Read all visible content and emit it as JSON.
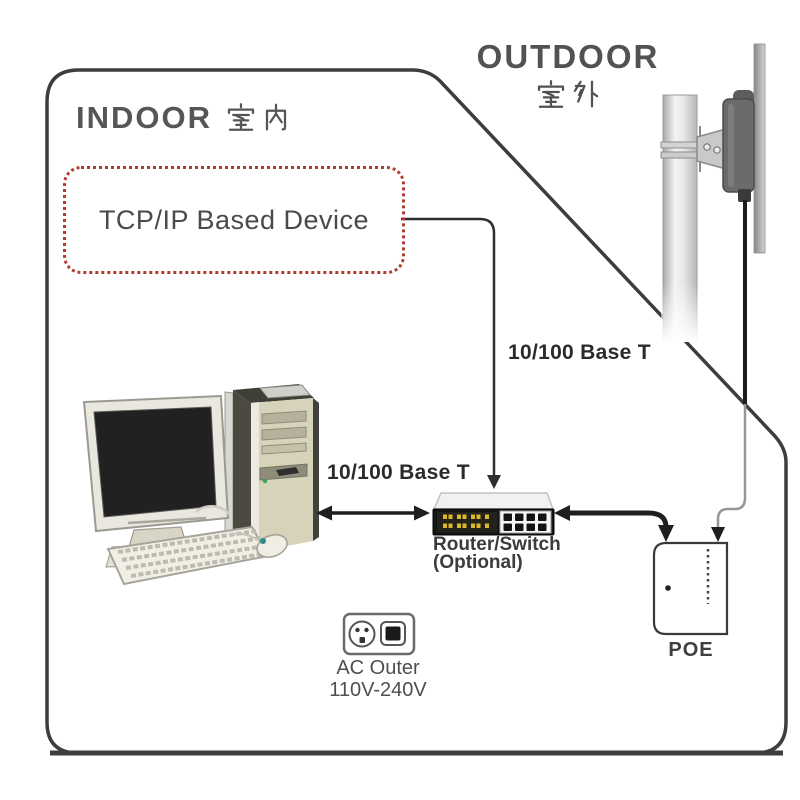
{
  "title": "Indoor/Outdoor wireless CPE installation diagram",
  "zones": {
    "indoor": {
      "label_en": "INDOOR",
      "label_zh": "室内"
    },
    "outdoor": {
      "label_en": "OUTDOOR",
      "label_zh": "室外"
    }
  },
  "nodes": {
    "tcpip_device": {
      "label": "TCP/IP Based Device",
      "border_style": "red-dotted"
    },
    "desktop_computer": {
      "icon": "desktop-computer-icon"
    },
    "router_switch": {
      "label_line1": "Router/Switch",
      "label_line2": "(Optional)",
      "icon": "router-switch-icon"
    },
    "poe_injector": {
      "label": "POE",
      "icon": "poe-injector-icon"
    },
    "power_outlet": {
      "label_line1": "AC Outer",
      "label_line2": "110V-240V",
      "icon": "power-outlet-icon"
    },
    "outdoor_antenna": {
      "icon": "panel-antenna-on-pole-icon"
    }
  },
  "connections": {
    "tcpip_to_router": {
      "label": "10/100 Base T",
      "style": "thin-black-arrow"
    },
    "pc_to_router": {
      "label": "10/100 Base T",
      "style": "thick-double-arrow"
    },
    "router_to_poe": {
      "style": "thick-double-arrow"
    },
    "antenna_to_poe": {
      "style": "black-outdoor-gray-indoor-cable"
    }
  },
  "colors": {
    "accent_red": "#b23b30",
    "line_black": "#1f1f1f",
    "boundary_gray": "#3d3d3d",
    "text_gray": "#565656",
    "led_yellow": "#ddb92a",
    "mouse_teal": "#2d8c8c",
    "pc_beige": "#d7d3bb",
    "pc_dark": "#4a4a40"
  }
}
